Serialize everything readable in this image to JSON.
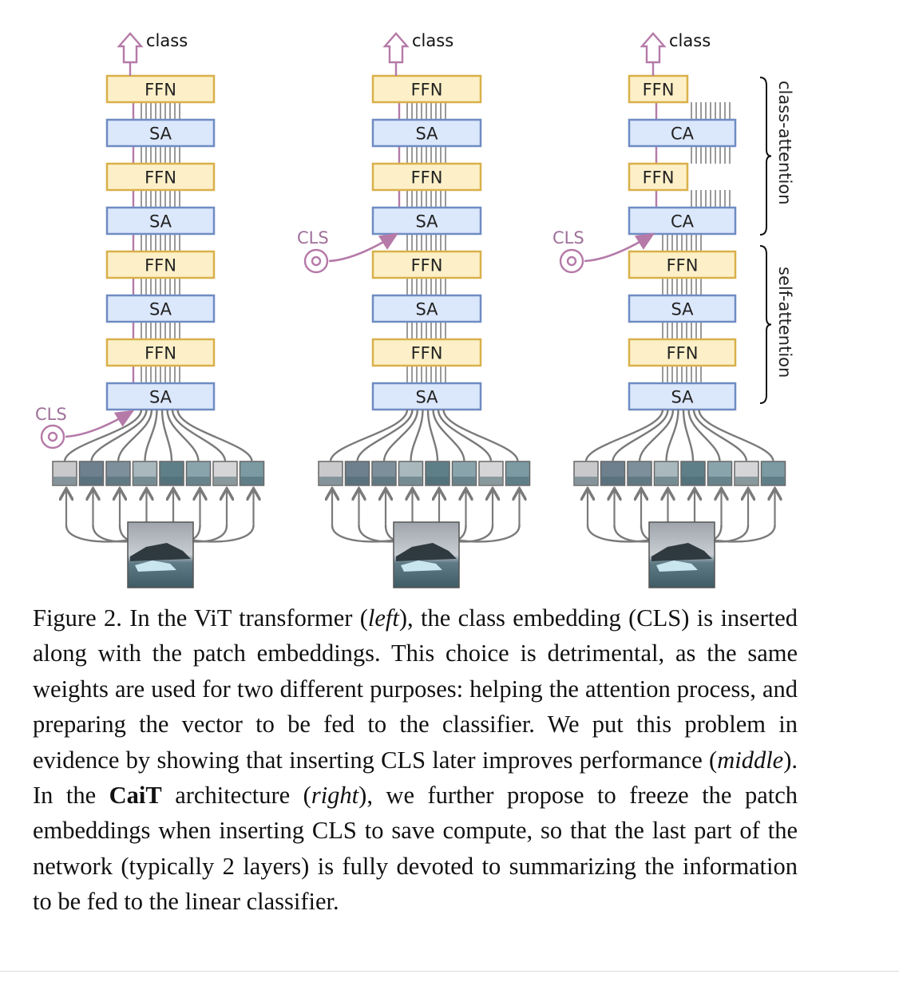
{
  "labels": {
    "class": "class",
    "cls": "CLS",
    "ffn": "FFN",
    "sa": "SA",
    "ca": "CA",
    "class_attention": "class-attention",
    "self_attention": "self-attention"
  },
  "columns": [
    {
      "id": "left",
      "blocks": [
        "FFN",
        "SA",
        "FFN",
        "SA",
        "FFN",
        "SA",
        "FFN",
        "SA"
      ],
      "cls_insert_before_block": 7
    },
    {
      "id": "middle",
      "blocks": [
        "FFN",
        "SA",
        "FFN",
        "SA",
        "FFN",
        "SA",
        "FFN",
        "SA"
      ],
      "cls_insert_before_block": 3
    },
    {
      "id": "right",
      "blocks": [
        "FFN",
        "CA",
        "FFN",
        "CA",
        "FFN",
        "SA",
        "FFN",
        "SA"
      ],
      "cls_insert_before_block": 3
    }
  ],
  "colors": {
    "ffn_fill": "#fdf0c8",
    "ffn_border": "#d9b04a",
    "sa_fill": "#dbe7fb",
    "sa_border": "#6f8cc2",
    "cls": "#b57aa8",
    "connector": "#7a7a7a"
  },
  "caption": {
    "p1": "Figure 2. In the ViT transformer (",
    "left": "left",
    "p2": "), the class embedding (CLS) is inserted along with the patch embeddings. This choice is detrimental, as the same weights are used for two different purposes: helping the attention process, and preparing the vector to be fed to the classifier. We put this problem in evidence by showing that inserting CLS later improves performance (",
    "middle": "middle",
    "p3": "). In the ",
    "cait": "CaiT",
    "p4": " architecture (",
    "right": "right",
    "p5": "), we further propose to freeze the patch embeddings when inserting CLS to save compute, so that the last part of the network (typically 2 layers) is fully devoted to summarizing the information to be fed to the linear classifier."
  }
}
